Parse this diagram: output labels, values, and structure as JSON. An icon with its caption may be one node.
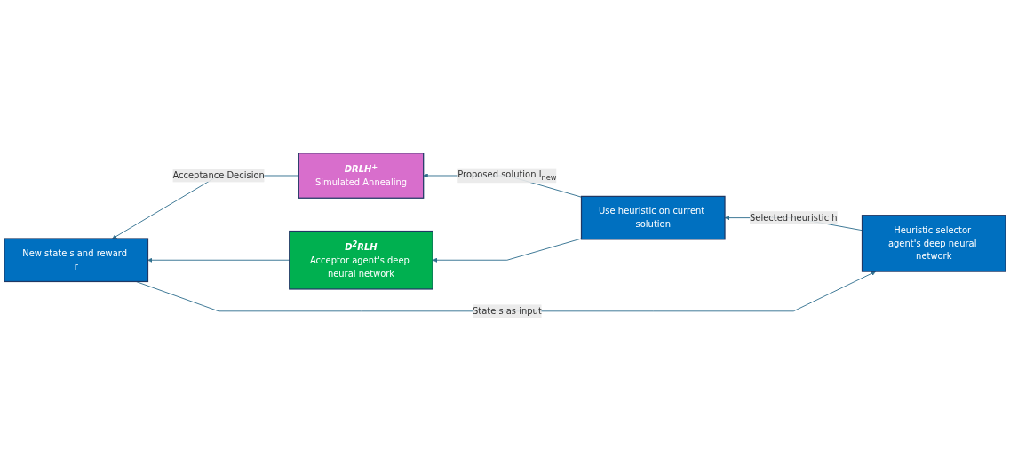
{
  "diagram": {
    "nodes": [
      {
        "text": [
          "Heuristic selector agent's deep neural network"
        ]
      },
      {
        "text": [
          "Use heuristic on current solution"
        ]
      },
      {
        "text": [
          "DRLH$^{+}$",
          "Simulated Annealing"
        ]
      },
      {
        "text": [
          "D$^{2}$RLH",
          "Acceptor agent's deep neural network"
        ]
      },
      {
        "text": [
          "New state s and reward r"
        ]
      }
    ],
    "edges": [
      {
        "from": 0,
        "to": 1,
        "arrow": "to",
        "label": "Selected heuristic h"
      },
      {
        "from": 1,
        "to": 2,
        "arrow": "to",
        "label": "Proposed solution l$_{new}$"
      },
      {
        "from": 1,
        "to": 3,
        "arrow": "to"
      },
      {
        "from": 2,
        "to": 4,
        "arrow": "to",
        "label": "Acceptance Decision"
      },
      {
        "from": 3,
        "to": 4,
        "arrow": "to"
      },
      {
        "from": 4,
        "to": 0,
        "arrow": "to",
        "label": "State s as input"
      }
    ]
  }
}
